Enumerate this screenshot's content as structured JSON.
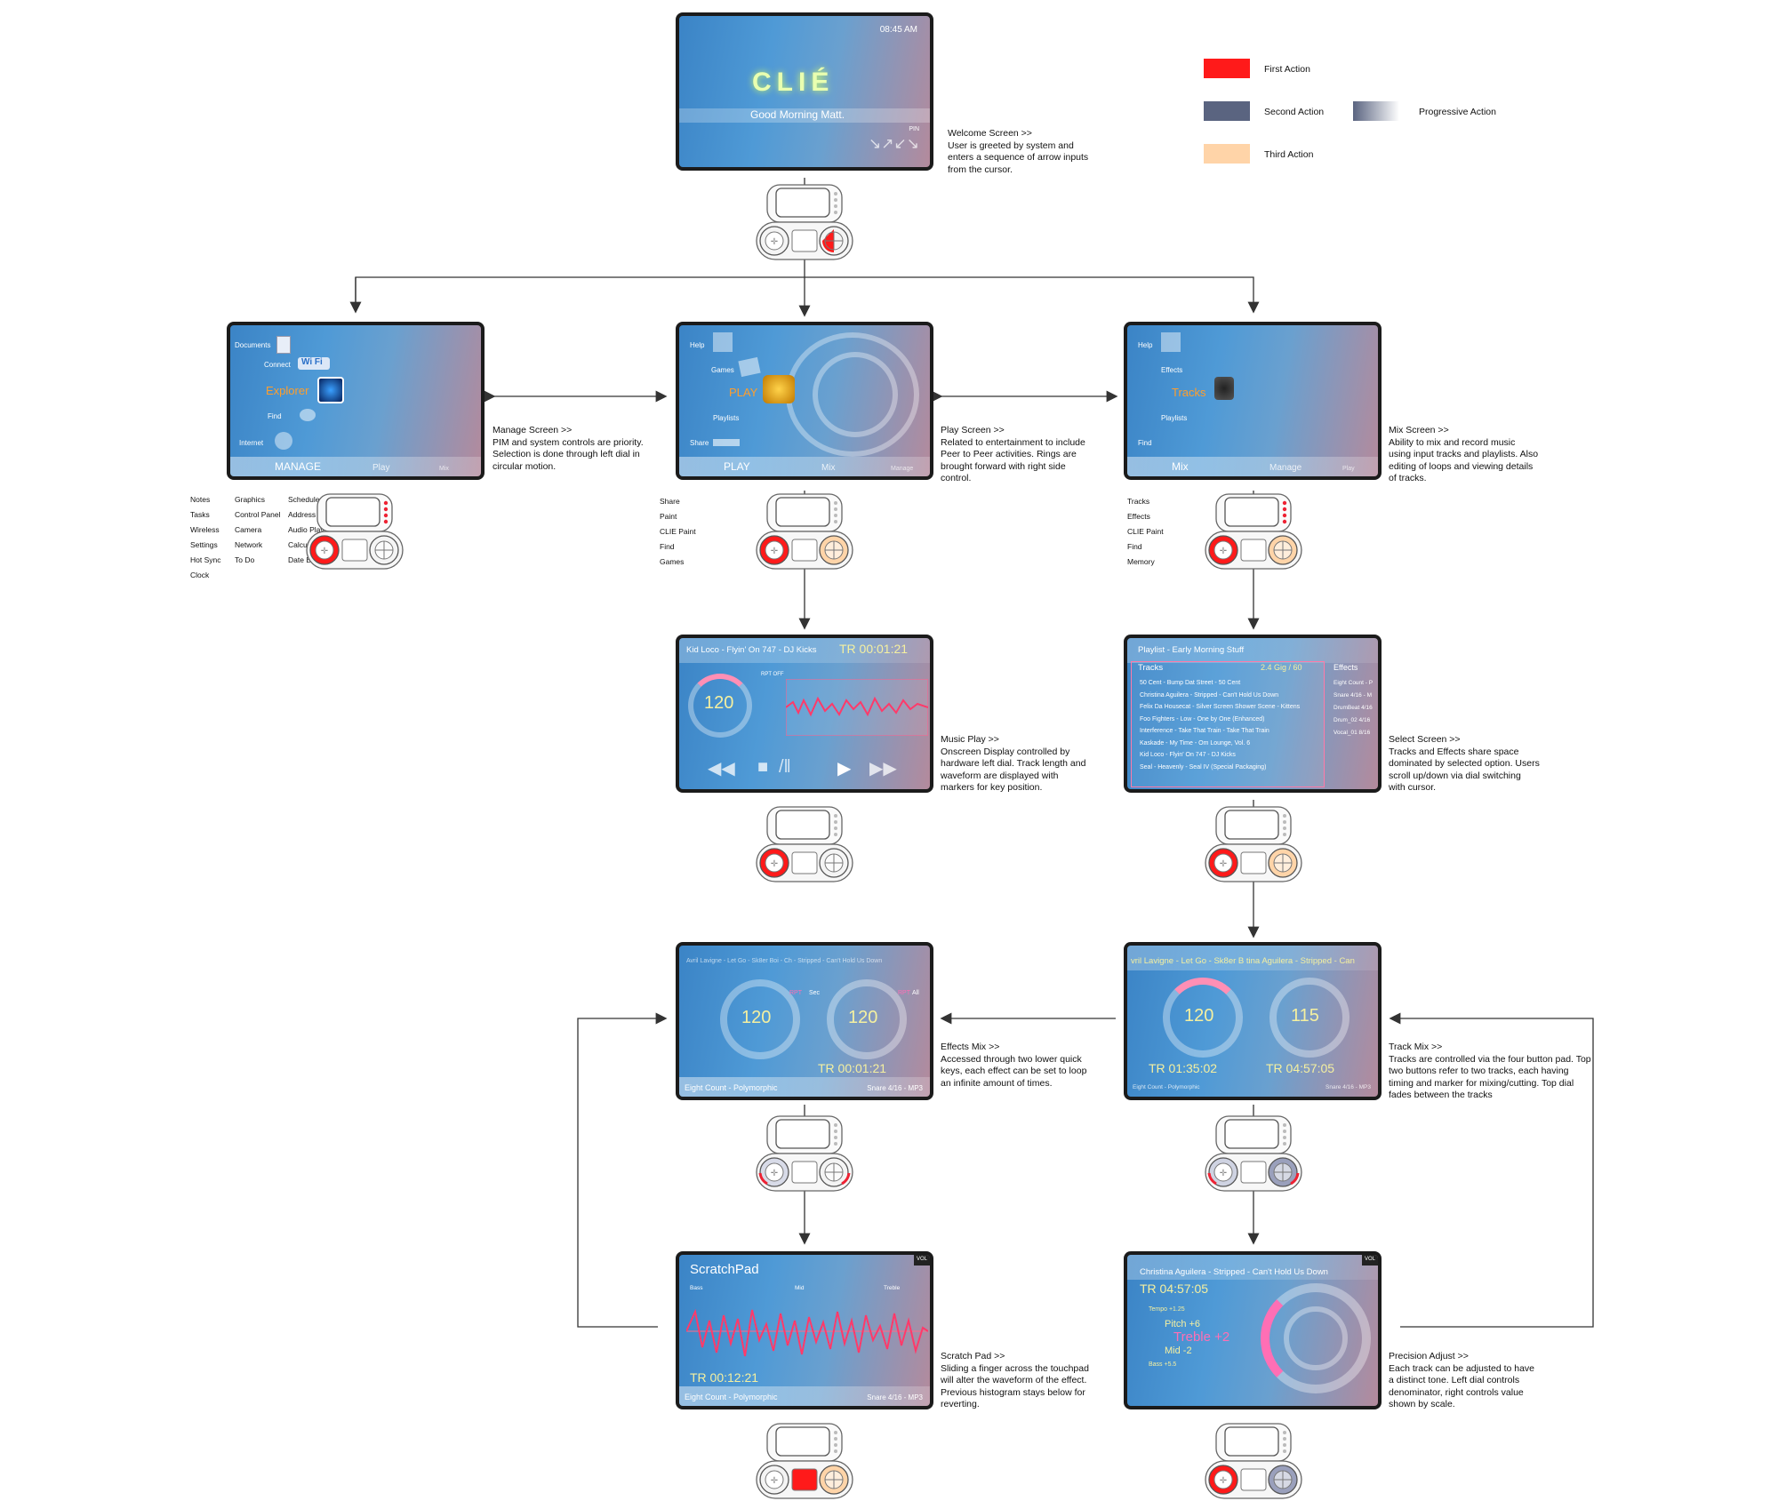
{
  "legend": {
    "first": {
      "label": "First Action",
      "color": "#ff1a1a"
    },
    "second": {
      "label": "Second Action",
      "color": "#5a6480"
    },
    "third": {
      "label": "Third Action",
      "color": "#ffd4a8"
    },
    "progressive": {
      "label": "Progressive Action",
      "color": "#8a8fa8"
    }
  },
  "welcome": {
    "time": "08:45 AM",
    "logo": "CLIÉ",
    "greeting": "Good Morning Matt.",
    "pin": "PIN",
    "arrows": "↘↗↙↘",
    "desc": "Welcome Screen >>\nUser is greeted by system and enters a sequence of arrow inputs from the cursor."
  },
  "manage": {
    "items": {
      "documents": "Documents",
      "connect": "Connect",
      "wifi": "Wi Fi",
      "explorer": "Explorer",
      "find": "Find",
      "internet": "Internet"
    },
    "tabs": [
      "MANAGE",
      "Play",
      "Mix"
    ],
    "desc": "Manage Screen >>\nPIM and system controls are priority. Selection is done through left dial in circular motion.",
    "list_col1": [
      "Notes",
      "Tasks",
      "Wireless",
      "Settings",
      "Hot Sync",
      "Clock"
    ],
    "list_col2": [
      "Graphics",
      "Control Panel",
      "Camera",
      "Network",
      "To Do"
    ],
    "list_col3": [
      "Scheduler",
      "Address",
      "Audio Player",
      "Calculator",
      "Date Book"
    ]
  },
  "play": {
    "items": {
      "help": "Help",
      "games": "Games",
      "play": "PLAY",
      "playlists": "Playlists",
      "share": "Share"
    },
    "tabs": [
      "PLAY",
      "Mix",
      "Manage"
    ],
    "desc": "Play Screen >>\nRelated to entertainment to include Peer to Peer activities. Rings are brought forward with right side control.",
    "list": [
      "Share",
      "Paint",
      "CLIE Paint",
      "Find",
      "Games"
    ]
  },
  "mix": {
    "items": {
      "help": "Help",
      "effects": "Effects",
      "tracks": "Tracks",
      "playlists": "Playlists",
      "find": "Find"
    },
    "tabs": [
      "Mix",
      "Manage",
      "Play"
    ],
    "desc": "Mix Screen >>\nAbility to mix and record music using input tracks and playlists. Also editing of loops and viewing details of tracks.",
    "list": [
      "Tracks",
      "Effects",
      "CLIE Paint",
      "Find",
      "Memory"
    ]
  },
  "music_play": {
    "title": "Kid Loco - Flyin' On 747 - DJ Kicks",
    "tr": "TR 00:01:21",
    "bpm": "120",
    "rpt": "RPT OFF",
    "desc": "Music Play >>\nOnscreen Display controlled by hardware left dial. Track length and waveform are displayed with markers for key position."
  },
  "select": {
    "title": "Playlist - Early Morning Stuff",
    "tracks_label": "Tracks",
    "size": "2.4 Gig / 60",
    "effects_label": "Effects",
    "tracks": [
      "50 Cent - Bump Dat Street - 50 Cent",
      "Christina Aguilera - Stripped - Can't Hold Us Down",
      "Felix Da Housecat - Silver Screen Shower Scene - Kittens",
      "Foo Fighters - Low - One by One (Enhanced)",
      "Interference - Take That Train - Take That Train",
      "Kaskade - My Time - Om Lounge, Vol. 6",
      "Kid Loco - Flyin' On 747 - DJ Kicks",
      "Seal - Heavenly - Seal IV (Special Packaging)"
    ],
    "effects": [
      "Eight Count - P",
      "Snare 4/16 - M",
      "DrumBeat 4/16",
      "Drum_02 4/16",
      "Vocal_01 8/16"
    ],
    "desc": "Select Screen >>\nTracks and Effects share space dominated by selected option. Users scroll up/down via dial switching with cursor."
  },
  "effects_mix": {
    "title": "Avril Lavigne - Let Go - Sk8er Boi - Ch  - Stripped - Can't Hold Us Down",
    "bpm_left": "120",
    "bpm_right": "120",
    "rpt_left": "RPT",
    "sec": "Sec",
    "rpt_right": "RPT",
    "all": "All",
    "tr": "TR 00:01:21",
    "bottom_left": "Eight Count - Polymorphic",
    "bottom_right": "Snare 4/16 - MP3",
    "desc": "Effects Mix >>\nAccessed through two lower quick keys, each effect can be set to loop an infinite amount of times."
  },
  "track_mix": {
    "title": "vril Lavigne - Let Go - Sk8er B  tina Aguilera - Stripped - Can",
    "bpm_left": "120",
    "bpm_right": "115",
    "tr_left": "TR 01:35:02",
    "tr_right": "TR 04:57:05",
    "bottom_left": "Eight Count - Polymorphic",
    "bottom_right": "Snare 4/16 - MP3",
    "desc": "Track Mix >>\nTracks are controlled via the four button pad. Top two buttons refer to two tracks, each having timing and marker for mixing/cutting. Top dial fades between the tracks"
  },
  "scratch": {
    "title": "ScratchPad",
    "vol": "VOL",
    "bass": "Bass",
    "mid": "Mid",
    "treble": "Treble",
    "tr": "TR 00:12:21",
    "bottom_left": "Eight Count - Polymorphic",
    "bottom_right": "Snare 4/16 - MP3",
    "desc": "Scratch Pad >>\nSliding a finger across the touchpad will alter the waveform of the effect. Previous histogram stays below for reverting."
  },
  "precision": {
    "title": "Christina Aguilera - Stripped - Can't Hold Us Down",
    "vol": "VOL",
    "tr": "TR 04:57:05",
    "tempo": "Tempo +1.25",
    "pitch": "Pitch +6",
    "treble": "Treble +2",
    "mid": "Mid -2",
    "bass": "Bass +5.5",
    "desc": "Precision Adjust >>\nEach track can be adjusted to have a distinct tone. Left dial controls denominator, right controls value shown by scale."
  }
}
